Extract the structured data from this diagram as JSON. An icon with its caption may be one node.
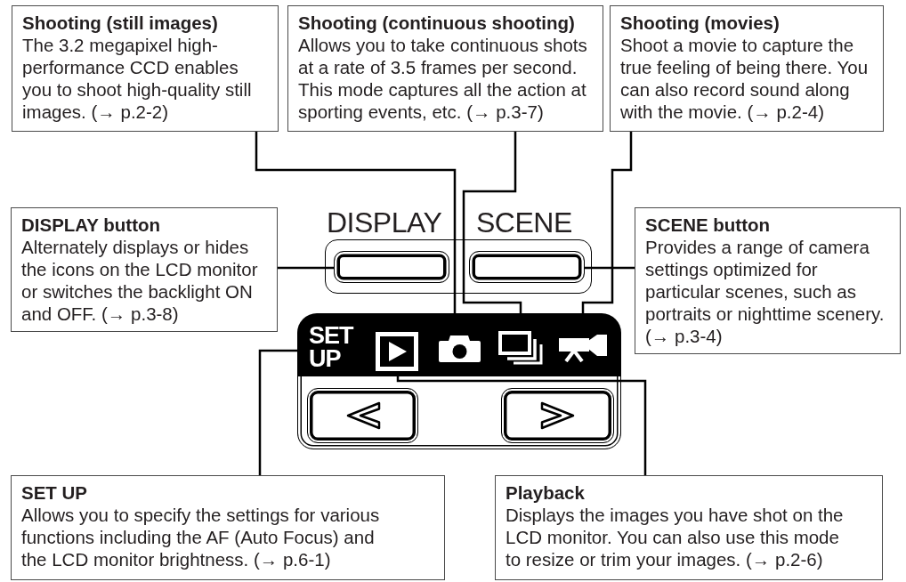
{
  "diagram": {
    "nodes": [
      {
        "text": [
          "Shooting (still images)",
          "The 3.2 megapixel high-performance CCD enables you to shoot high-quality still images. (→ p.2-2)"
        ]
      },
      {
        "text": [
          "Shooting (continuous shooting)",
          "Allows you to take continuous shots at a rate of 3.5 frames per second. This mode captures all the action at sporting events, etc. (→ p.3-7)"
        ]
      },
      {
        "text": [
          "Shooting (movies)",
          "Shoot a movie to capture the true feeling of being there. You can also record sound along with the movie. (→ p.2-4)"
        ]
      },
      {
        "text": [
          "DISPLAY button",
          "Alternately displays or hides the icons on the LCD monitor or switches the backlight ON and OFF. (→ p.3-8)"
        ]
      },
      {
        "text": [
          "SCENE button",
          "Provides a range of camera settings optimized for particular scenes, such as portraits or nighttime scenery. (→ p.3-4)"
        ]
      },
      {
        "text": [
          "SET UP",
          "Allows you to specify the settings for various functions including the AF (Auto Focus) and the LCD monitor brightness. (→ p.6-1)"
        ]
      },
      {
        "text": [
          "Playback",
          "Displays the images you have shot on the LCD monitor. You can also use this mode to resize or trim your images. (→ p.2-6)"
        ]
      },
      {
        "text": [],
        "shape": "box"
      },
      {
        "text": [],
        "shape": "box"
      },
      {
        "text": [
          "SET UP"
        ]
      },
      {
        "text": [],
        "shape": "picture"
      },
      {
        "text": [],
        "shape": "picture"
      },
      {
        "text": [],
        "shape": "picture"
      },
      {
        "text": [],
        "shape": "picture"
      }
    ],
    "edges": [
      {
        "from": 0,
        "to": 11,
        "arrow": "none"
      },
      {
        "from": 1,
        "to": 12,
        "arrow": "none"
      },
      {
        "from": 2,
        "to": 13,
        "arrow": "none"
      },
      {
        "from": 3,
        "to": 7,
        "arrow": "none"
      },
      {
        "from": 4,
        "to": 8,
        "arrow": "none"
      },
      {
        "from": 5,
        "to": 9,
        "arrow": "none"
      },
      {
        "from": 6,
        "to": 10,
        "arrow": "none"
      }
    ],
    "labels": [
      "DISPLAY",
      "SCENE"
    ]
  }
}
